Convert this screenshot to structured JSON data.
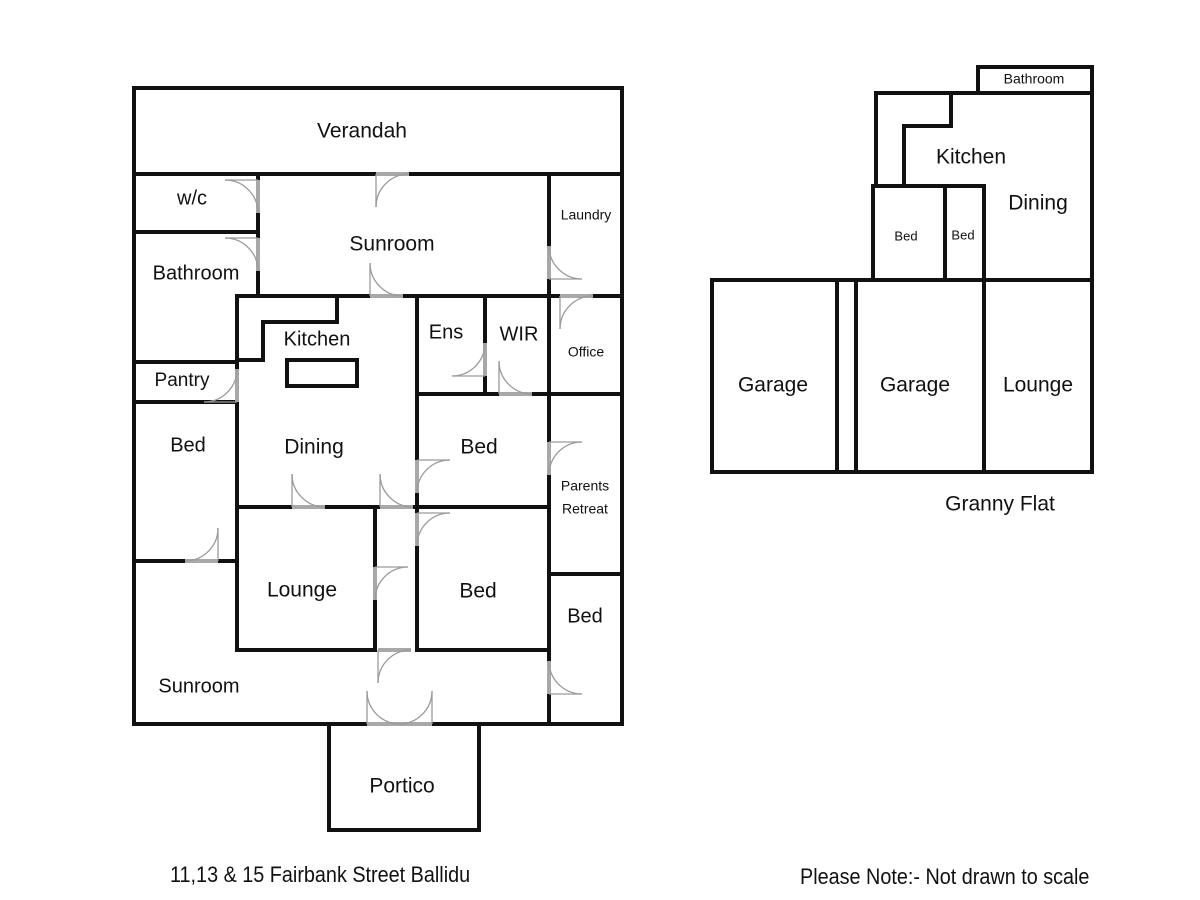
{
  "main_house": {
    "rooms": {
      "verandah": "Verandah",
      "wc": "w/c",
      "sunroom_top": "Sunroom",
      "laundry": "Laundry",
      "bathroom": "Bathroom",
      "kitchen": "Kitchen",
      "ens": "Ens",
      "wir": "WIR",
      "office": "Office",
      "pantry": "Pantry",
      "bed_left": "Bed",
      "dining": "Dining",
      "bed_middle_top": "Bed",
      "parents_retreat_line1": "Parents",
      "parents_retreat_line2": "Retreat",
      "lounge": "Lounge",
      "bed_middle_bottom": "Bed",
      "bed_right": "Bed",
      "sunroom_bottom": "Sunroom",
      "portico": "Portico"
    }
  },
  "granny_flat": {
    "title": "Granny Flat",
    "rooms": {
      "bathroom": "Bathroom",
      "kitchen": "Kitchen",
      "dining": "Dining",
      "bed_1": "Bed",
      "bed_2": "Bed",
      "garage_1": "Garage",
      "garage_2": "Garage",
      "lounge": "Lounge"
    }
  },
  "footer": {
    "address": "11,13 & 15  Fairbank Street Ballidu",
    "note": "Please Note:- Not drawn to scale"
  }
}
